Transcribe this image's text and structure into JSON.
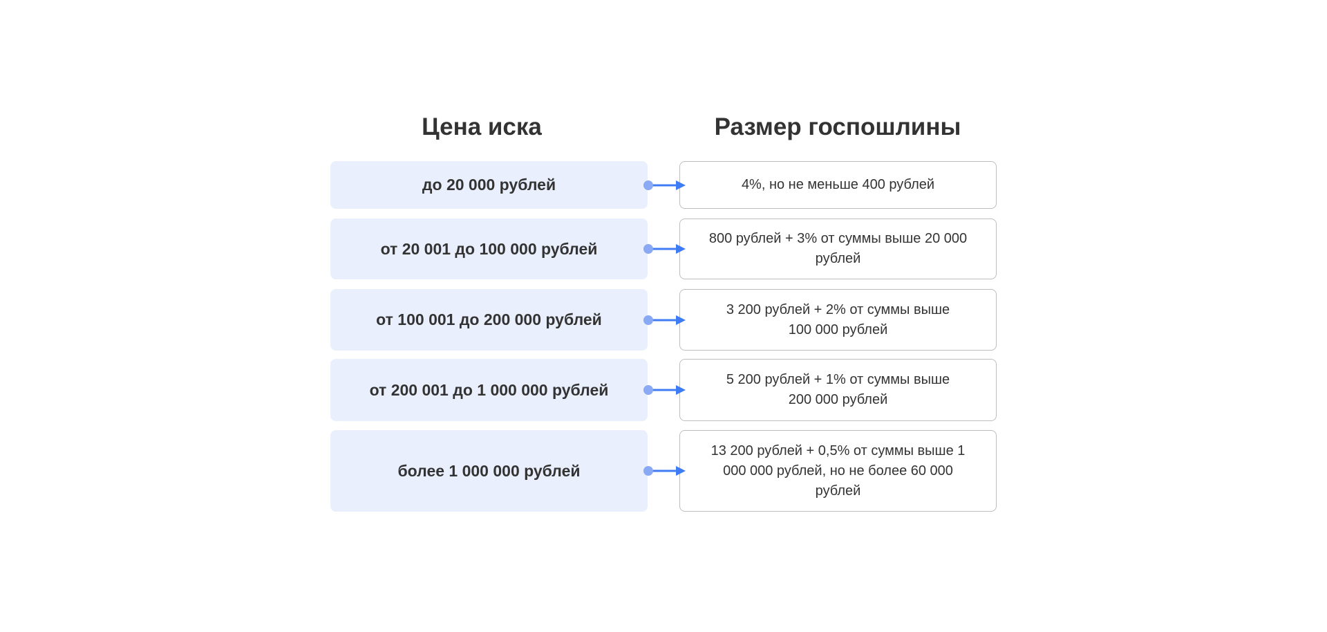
{
  "headers": {
    "left": "Цена иска",
    "right": "Размер госпошлины"
  },
  "rows": [
    {
      "price": "до 20 000 рублей",
      "fee": "4%, но не меньше 400 рублей"
    },
    {
      "price": "от 20 001 до 100 000 рублей",
      "fee": "800 рублей + 3% от суммы выше 20 000 рублей"
    },
    {
      "price": "от 100 001 до 200 000 рублей",
      "fee": "3 200 рублей + 2% от суммы выше 100 000 рублей"
    },
    {
      "price": "от 200 001 до 1 000 000 рублей",
      "fee": "5 200 рублей + 1% от суммы выше 200 000 рублей"
    },
    {
      "price": "более 1 000 000 рублей",
      "fee": "13 200 рублей + 0,5% от суммы выше 1 000 000 рублей, но не более 60 000 рублей"
    }
  ],
  "colors": {
    "accent": "#3f7cf4",
    "dot": "#8aa9f4",
    "left_bg": "#e9effd"
  }
}
